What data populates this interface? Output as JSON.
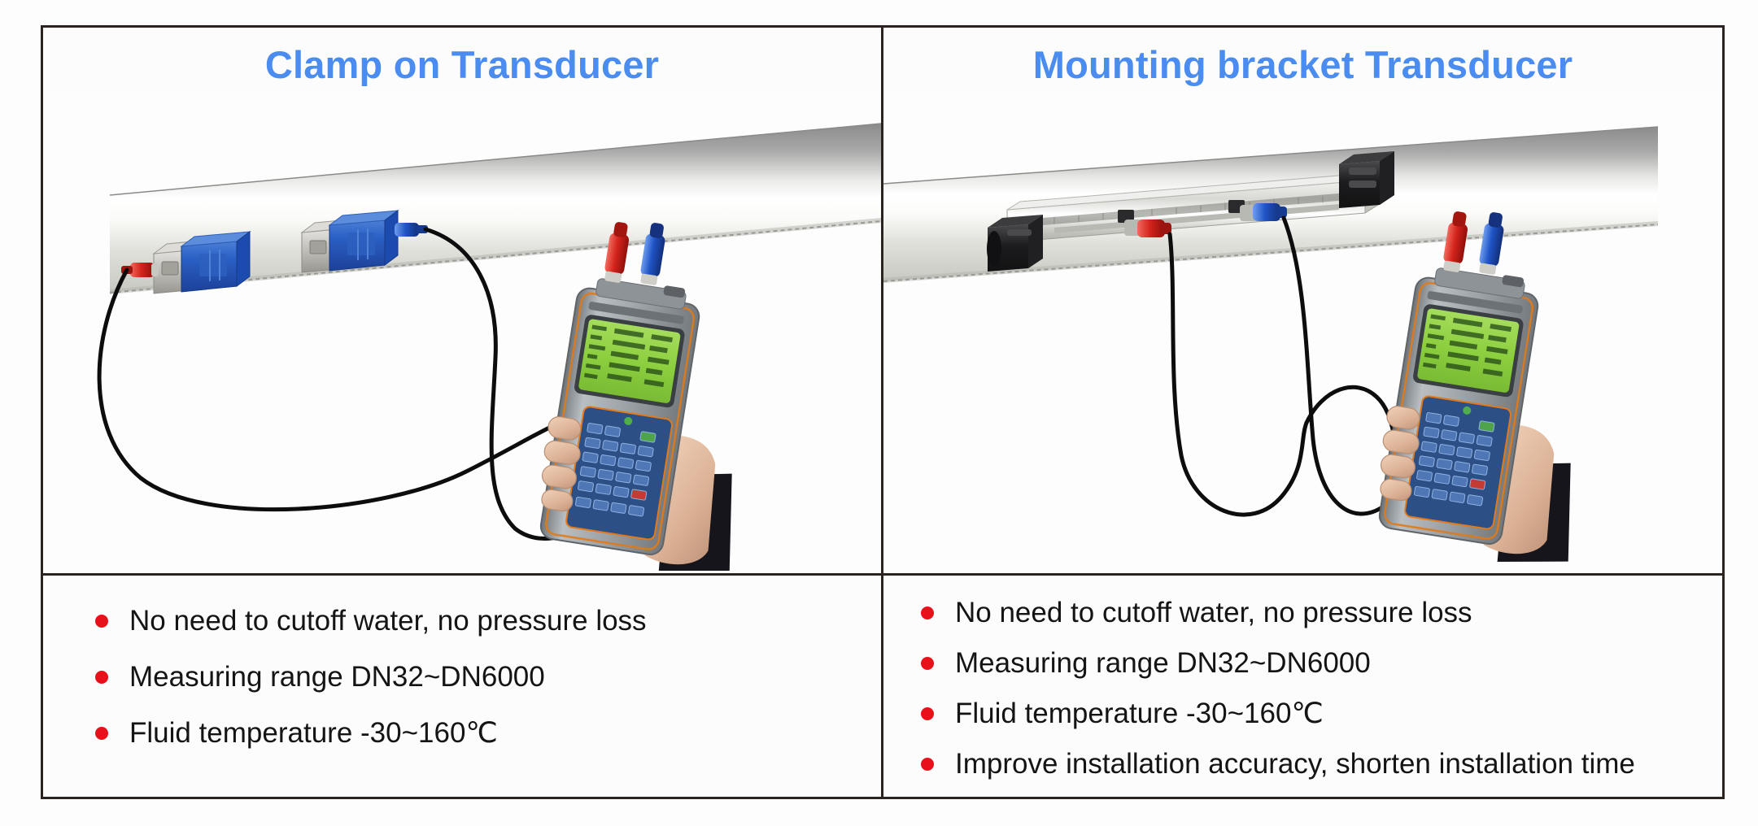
{
  "frame": {
    "border_color": "#2b2320",
    "background": "#fcfcfd"
  },
  "accent": {
    "title_blue": "#4a8cf0",
    "bullet_red": "#e8111a",
    "text_black": "#141414"
  },
  "panels": [
    {
      "id": "clamp-on",
      "title": "Clamp on Transducer",
      "illustration": {
        "alt": "Clamp on transducer pair mounted on a pipe, cables running to a handheld ultrasonic flow meter held in a hand",
        "pipe": "horizontal-inclined-steel-pipe",
        "devices": [
          "clamp-on-transducer-upstream",
          "clamp-on-transducer-downstream"
        ],
        "connector_colors": [
          "#d42a22",
          "#1b57c8"
        ],
        "meter": "handheld-ultrasonic-flow-meter"
      },
      "bullets": [
        "No need to cutoff water, no pressure loss",
        "Measuring range DN32~DN6000",
        "Fluid temperature -30~160℃"
      ]
    },
    {
      "id": "mounting-bracket",
      "title": "Mounting bracket Transducer",
      "illustration": {
        "alt": "Mounting bracket rail with transducers fixed on a pipe by two black end clamps, cables running to a handheld ultrasonic flow meter held in a hand",
        "pipe": "horizontal-inclined-steel-pipe",
        "devices": [
          "mounting-bracket-rail",
          "end-clamp-left",
          "end-clamp-right",
          "transducer-red",
          "transducer-blue"
        ],
        "connector_colors": [
          "#d42a22",
          "#1b57c8"
        ],
        "meter": "handheld-ultrasonic-flow-meter"
      },
      "bullets": [
        "No need to cutoff water, no pressure loss",
        "Measuring range DN32~DN6000",
        "Fluid temperature -30~160℃",
        "Improve installation accuracy, shorten installation time"
      ]
    }
  ],
  "meter_detail": {
    "screen_color": "#8fd14a",
    "body_color": "#9aa0a6",
    "keypad_color": "#2c4f86",
    "trim_color": "#e07a1a",
    "sleeve_color": "#15151b"
  }
}
